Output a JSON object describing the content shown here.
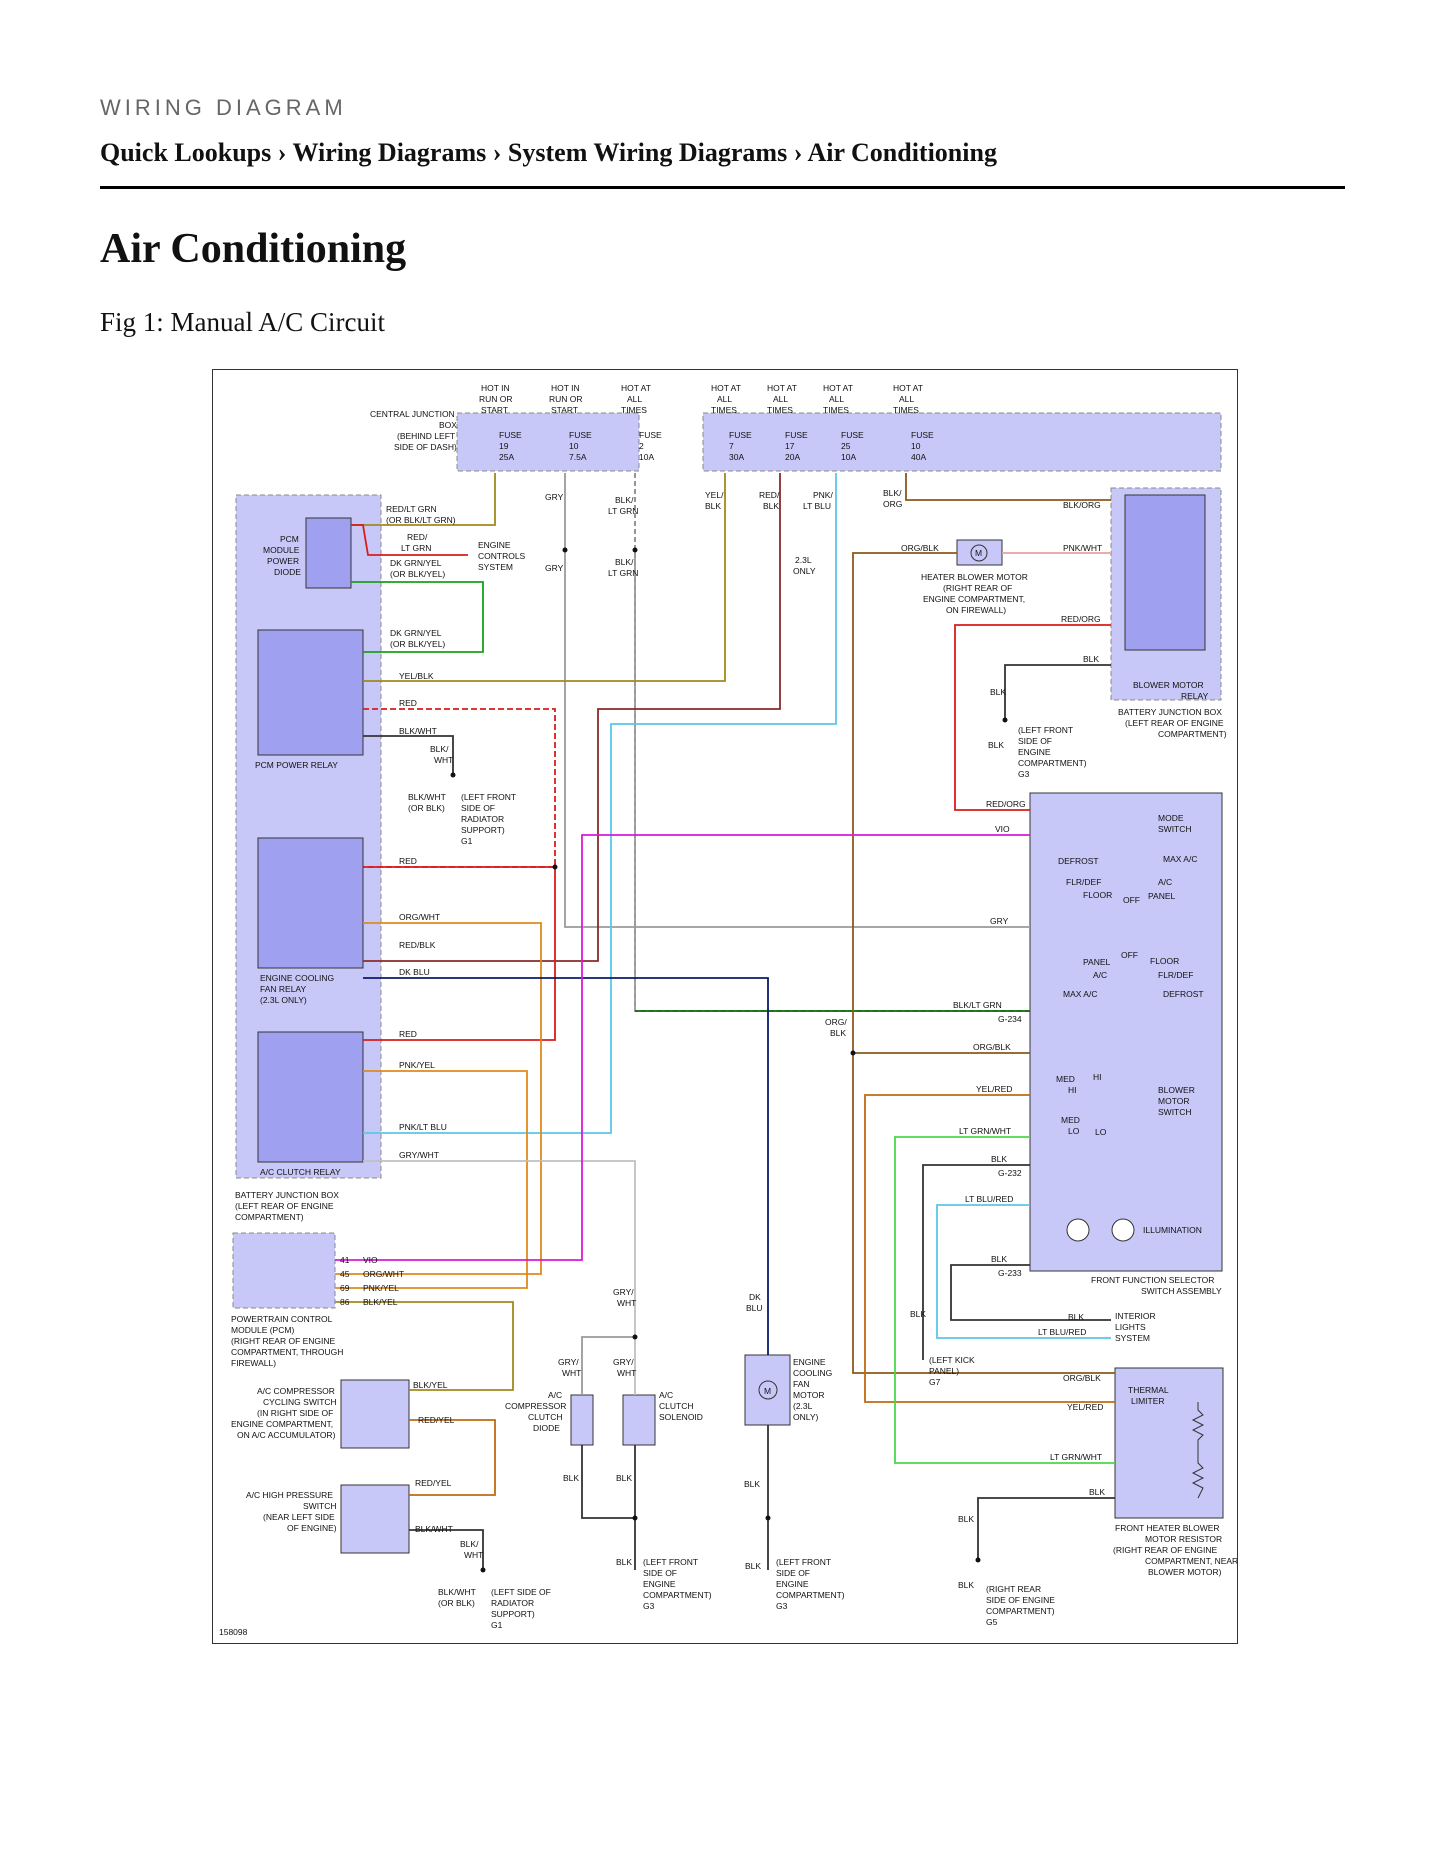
{
  "header": {
    "kicker": "WIRING DIAGRAM",
    "breadcrumbs": [
      "Quick Lookups",
      "Wiring Diagrams",
      "System Wiring Diagrams",
      "Air Conditioning"
    ],
    "separator": "›"
  },
  "page_title": "Air Conditioning",
  "figure_caption": "Fig 1: Manual A/C Circuit",
  "diagram": {
    "figure_id": "158098",
    "central_junction_box": [
      "CENTRAL JUNCTION",
      "BOX",
      "(BEHIND LEFT",
      "SIDE OF DASH)"
    ],
    "fuses": [
      {
        "hot": [
          "HOT IN",
          "RUN OR",
          "START"
        ],
        "label": [
          "FUSE",
          "19",
          "25A"
        ]
      },
      {
        "hot": [
          "HOT IN",
          "RUN OR",
          "START"
        ],
        "label": [
          "FUSE",
          "10",
          "7.5A"
        ]
      },
      {
        "hot": [
          "HOT AT",
          "ALL",
          "TIMES"
        ],
        "label": [
          "FUSE",
          "2",
          "10A"
        ]
      },
      {
        "hot": [
          "HOT AT",
          "ALL",
          "TIMES"
        ],
        "label": [
          "FUSE",
          "7",
          "30A"
        ]
      },
      {
        "hot": [
          "HOT AT",
          "ALL",
          "TIMES"
        ],
        "label": [
          "FUSE",
          "17",
          "20A"
        ]
      },
      {
        "hot": [
          "HOT AT",
          "ALL",
          "TIMES"
        ],
        "label": [
          "FUSE",
          "25",
          "10A"
        ]
      },
      {
        "hot": [
          "HOT AT",
          "ALL",
          "TIMES"
        ],
        "label": [
          "FUSE",
          "10",
          "40A"
        ]
      }
    ],
    "components": {
      "pcm_diode": [
        "PCM",
        "MODULE",
        "POWER",
        "DIODE"
      ],
      "pcm_power_relay": "PCM POWER RELAY",
      "engine_cooling_fan_relay": [
        "ENGINE COOLING",
        "FAN RELAY",
        "(2.3L ONLY)"
      ],
      "ac_clutch_relay": "A/C CLUTCH RELAY",
      "battery_junction_box_left": [
        "BATTERY JUNCTION BOX",
        "(LEFT REAR OF ENGINE",
        "COMPARTMENT)"
      ],
      "pcm": [
        "POWERTRAIN CONTROL",
        "MODULE (PCM)",
        "(RIGHT REAR OF ENGINE",
        "COMPARTMENT, THROUGH",
        "FIREWALL)"
      ],
      "ac_cycling_switch": [
        "A/C COMPRESSOR",
        "CYCLING SWITCH",
        "(IN RIGHT SIDE OF",
        "ENGINE COMPARTMENT,",
        "ON A/C ACCUMULATOR)"
      ],
      "ac_high_pressure_switch": [
        "A/C HIGH PRESSURE",
        "SWITCH",
        "(NEAR LEFT SIDE",
        "OF ENGINE)"
      ],
      "ac_clutch_diode": [
        "A/C",
        "COMPRESSOR",
        "CLUTCH",
        "DIODE"
      ],
      "ac_clutch_solenoid": [
        "A/C",
        "CLUTCH",
        "SOLENOID"
      ],
      "engine_cooling_fan_motor": [
        "ENGINE",
        "COOLING",
        "FAN",
        "MOTOR",
        "(2.3L",
        "ONLY)"
      ],
      "engine_controls": [
        "ENGINE",
        "CONTROLS",
        "SYSTEM"
      ],
      "heater_blower_motor": [
        "HEATER BLOWER MOTOR",
        "(RIGHT REAR OF",
        "ENGINE COMPARTMENT,",
        "ON FIREWALL)"
      ],
      "blower_motor_relay": [
        "BLOWER MOTOR",
        "RELAY"
      ],
      "battery_junction_box_right": [
        "BATTERY JUNCTION BOX",
        "(LEFT REAR OF ENGINE",
        "COMPARTMENT)"
      ],
      "mode_switch": [
        "MODE",
        "SWITCH"
      ],
      "blower_motor_switch": [
        "BLOWER",
        "MOTOR",
        "SWITCH"
      ],
      "illumination": "ILLUMINATION",
      "front_function_selector": [
        "FRONT FUNCTION SELECTOR",
        "SWITCH ASSEMBLY"
      ],
      "interior_lights": [
        "INTERIOR",
        "LIGHTS",
        "SYSTEM"
      ],
      "thermal_limiter": [
        "THERMAL",
        "LIMITER"
      ],
      "front_blower_resistor": [
        "FRONT HEATER BLOWER",
        "MOTOR RESISTOR",
        "(RIGHT REAR OF ENGINE",
        "COMPARTMENT, NEAR",
        "BLOWER MOTOR)"
      ],
      "motor_symbol": "M",
      "mode_positions_top": [
        "DEFROST",
        "MAX A/C",
        "FLR/DEF",
        "A/C",
        "FLOOR",
        "OFF",
        "PANEL"
      ],
      "mode_positions_bottom": [
        "PANEL",
        "OFF",
        "FLOOR",
        "A/C",
        "FLR/DEF",
        "MAX A/C",
        "DEFROST"
      ],
      "blower_positions": [
        "MED",
        "HI",
        "HI",
        "MED",
        "LO",
        "LO"
      ]
    },
    "wires": {
      "red_ltgrn_orblkltgrn": [
        "RED/LT GRN",
        "(OR BLK/LT GRN)"
      ],
      "red_ltgrn": [
        "RED/",
        "LT GRN"
      ],
      "dkgrnyel_1": [
        "DK GRN/YEL",
        "(OR BLK/YEL)"
      ],
      "dkgrnyel_2": [
        "DK GRN/YEL",
        "(OR BLK/YEL)"
      ],
      "gry": "GRY",
      "blk_ltgrn": [
        "BLK/",
        "LT GRN"
      ],
      "yel_blk_v": [
        "YEL/",
        "BLK"
      ],
      "red_blk_v": [
        "RED/",
        "BLK"
      ],
      "pnk_ltblu_v": [
        "PNK/",
        "LT BLU"
      ],
      "blk_org_v": [
        "BLK/",
        "ORG"
      ],
      "blk_org_h": "BLK/ORG",
      "only_23": [
        "2.3L",
        "ONLY"
      ],
      "org_blk": "ORG/BLK",
      "pnk_wht": "PNK/WHT",
      "red_org": "RED/ORG",
      "blk": "BLK",
      "yel_blk": "YEL/BLK",
      "red": "RED",
      "blk_wht": "BLK/WHT",
      "blk_wht_v": [
        "BLK/",
        "WHT"
      ],
      "blk_wht_or": [
        "BLK/WHT",
        "(OR BLK)"
      ],
      "org_wht": "ORG/WHT",
      "red_blk": "RED/BLK",
      "dk_blu": "DK BLU",
      "pnk_yel": "PNK/YEL",
      "pnk_ltblu": "PNK/LT BLU",
      "gry_wht": "GRY/WHT",
      "gry_wht_v": [
        "GRY/",
        "WHT"
      ],
      "vio": "VIO",
      "blk_ltgrn_h": "BLK/LT GRN",
      "org_blk_v": [
        "ORG/",
        "BLK"
      ],
      "yel_red": "YEL/RED",
      "ltgrn_wht": "LT GRN/WHT",
      "ltblu_red": "LT BLU/RED",
      "blk_yel": "BLK/YEL",
      "red_yel": "RED/YEL",
      "dk_blu_v": [
        "DK",
        "BLU"
      ],
      "pcm_pins": [
        {
          "pin": "41",
          "wire": "VIO"
        },
        {
          "pin": "45",
          "wire": "ORG/WHT"
        },
        {
          "pin": "69",
          "wire": "PNK/YEL"
        },
        {
          "pin": "86",
          "wire": "BLK/YEL"
        }
      ]
    },
    "splices": {
      "g234": "G-234",
      "g232": "G-232",
      "g233": "G-233"
    },
    "grounds": {
      "g3_top": {
        "id": "G3",
        "location": [
          "(LEFT FRONT",
          "SIDE OF",
          "ENGINE",
          "COMPARTMENT)"
        ]
      },
      "g1_top": {
        "id": "G1",
        "location": [
          "(LEFT FRONT",
          "SIDE OF",
          "RADIATOR",
          "SUPPORT)"
        ]
      },
      "g7": {
        "id": "G7",
        "location": [
          "(LEFT KICK",
          "PANEL)"
        ]
      },
      "g1_bottom": {
        "id": "G1",
        "location": [
          "(LEFT SIDE OF",
          "RADIATOR",
          "SUPPORT)"
        ]
      },
      "g3_clutch": {
        "id": "G3",
        "location": [
          "(LEFT FRONT",
          "SIDE OF",
          "ENGINE",
          "COMPARTMENT)"
        ]
      },
      "g3_fan": {
        "id": "G3",
        "location": [
          "(LEFT FRONT",
          "SIDE OF",
          "ENGINE",
          "COMPARTMENT)"
        ]
      },
      "g5": {
        "id": "G5",
        "location": [
          "(RIGHT REAR",
          "SIDE OF ENGINE",
          "COMPARTMENT)"
        ]
      }
    },
    "colors": {
      "box_fill": "#c8c8f8",
      "inner_fill": "#a0a0f0",
      "dash_border": "#888888",
      "olive": "#a08a1a",
      "brown_red": "#8a2a2a",
      "red": "#d81c1c",
      "green": "#1aa01a",
      "dark_green": "#0a6a0a",
      "gray": "#9a9a9a",
      "orange": "#e08a1a",
      "dark_orange": "#c06a10",
      "dark_blue": "#0a1a6a",
      "magenta": "#d81ad8",
      "light_blue": "#5ac8e8",
      "lime": "#4ad84a",
      "brown": "#8a5a1a",
      "pink": "#e8a0a0",
      "yellow_olive": "#b8a010"
    }
  }
}
